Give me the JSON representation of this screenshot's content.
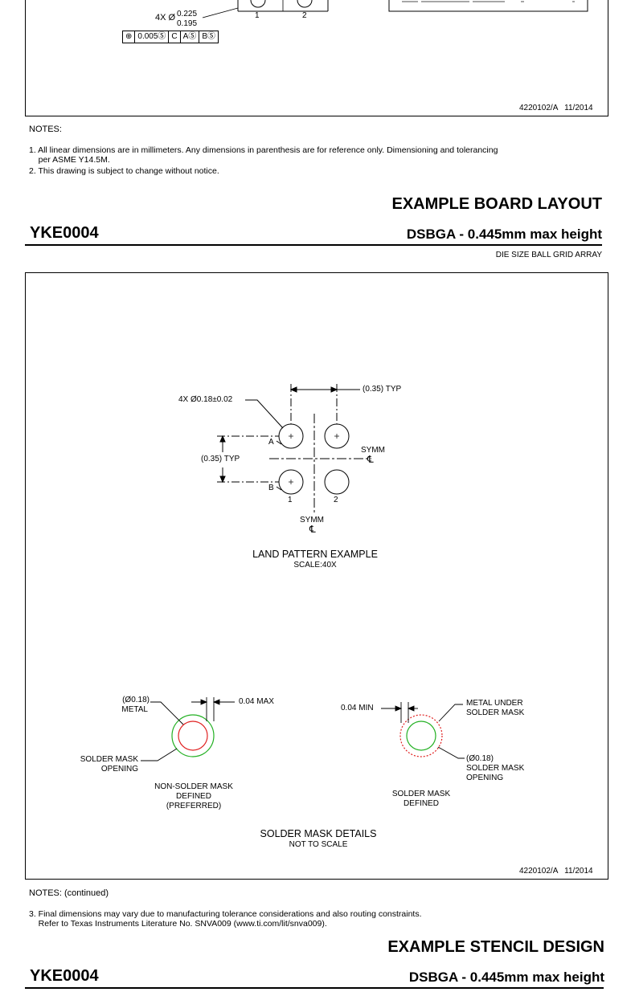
{
  "top_fragment": {
    "dim_4x": "4X Ø",
    "dim_upper": "0.225",
    "dim_lower": "0.195",
    "fcf": [
      "⊕",
      "0.005Ⓢ",
      "C",
      "AⓈ",
      "BⓈ"
    ],
    "col_1": "1",
    "col_2": "2",
    "doc_ref": "4220102/A   11/2014"
  },
  "notes1": {
    "heading": "NOTES:",
    "items": [
      "1. All linear dimensions are in millimeters. Any dimensions in parenthesis are for reference only. Dimensioning and tolerancing\n    per ASME Y14.5M.",
      "2. This drawing is subject to change without notice."
    ]
  },
  "page2": {
    "section_title": "EXAMPLE BOARD LAYOUT",
    "part_number": "YKE0004",
    "package": "DSBGA - 0.445mm max height",
    "subtitle": "DIE SIZE BALL GRID ARRAY",
    "land": {
      "pad_dim": "4X Ø0.18±0.02",
      "pitch_h": "(0.35) TYP",
      "pitch_v": "(0.35) TYP",
      "row_a": "A",
      "row_b": "B",
      "col_1": "1",
      "col_2": "2",
      "symm_right": "SYMM",
      "symm_bottom": "SYMM",
      "cl": "℄",
      "title": "LAND PATTERN EXAMPLE",
      "scale": "SCALE:40X"
    },
    "nsmd": {
      "metal_dim": "(Ø0.18)",
      "metal": "METAL",
      "max": "0.04 MAX",
      "opening_1": "SOLDER MASK",
      "opening_2": "OPENING",
      "caption_1": "NON-SOLDER MASK",
      "caption_2": "DEFINED",
      "caption_3": "(PREFERRED)"
    },
    "smd": {
      "min": "0.04 MIN",
      "metal_under_1": "METAL UNDER",
      "metal_under_2": "SOLDER MASK",
      "dim": "(Ø0.18)",
      "mask_1": "SOLDER MASK",
      "mask_2": "OPENING",
      "caption_1": "SOLDER MASK",
      "caption_2": "DEFINED"
    },
    "details_title": "SOLDER MASK DETAILS",
    "details_scale": "NOT TO SCALE",
    "doc_ref": "4220102/A   11/2014",
    "colors": {
      "metal": "#e02020",
      "mask": "#22b022"
    }
  },
  "notes2": {
    "heading": "NOTES: (continued)",
    "items": [
      "3. Final dimensions may vary due to manufacturing tolerance considerations and also routing constraints.\n    Refer to Texas Instruments Literature No. SNVA009 (www.ti.com/lit/snva009)."
    ]
  },
  "page3": {
    "section_title": "EXAMPLE STENCIL DESIGN",
    "part_number": "YKE0004",
    "package": "DSBGA - 0.445mm max height"
  }
}
